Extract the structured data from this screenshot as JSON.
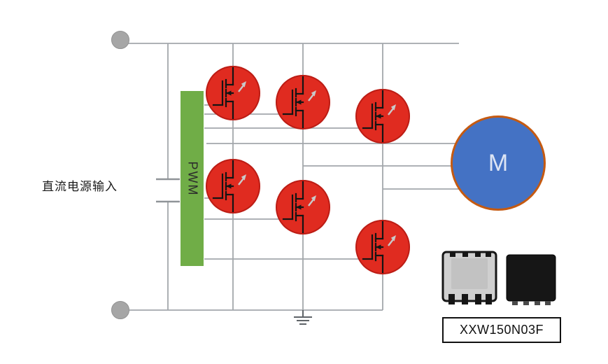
{
  "diagram": {
    "dc_input_label": "直流电源输入",
    "pwm_label": "PWM",
    "motor_label": "M",
    "part_number": "XXW150N03F"
  },
  "colors": {
    "background": "#ffffff",
    "wire": "#a3a7ab",
    "transistor_fill": "#e02b20",
    "pwm_fill": "#70ad47",
    "motor_fill": "#4472c4",
    "motor_border": "#c55a11",
    "terminal": "#a6a6a6",
    "package_light": "#cfcfcf",
    "package_dark": "#161616"
  }
}
